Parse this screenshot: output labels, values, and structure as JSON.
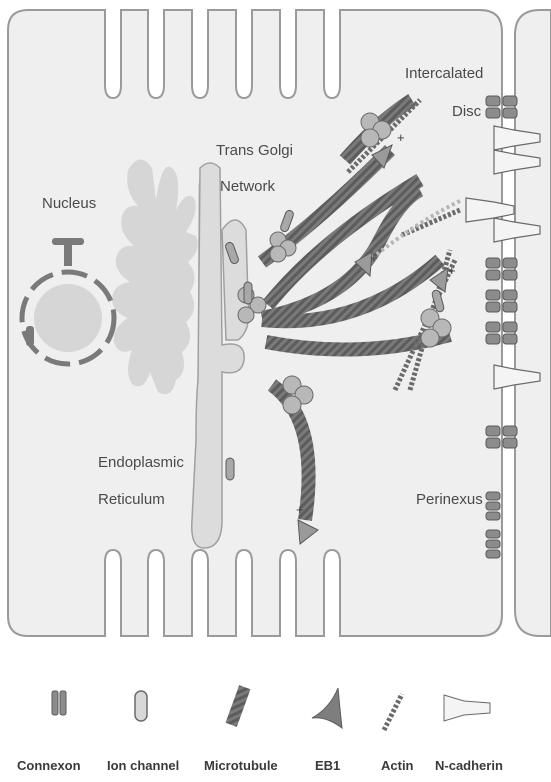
{
  "labels": {
    "nucleus": "Nucleus",
    "trans_golgi_line1": "Trans Golgi",
    "trans_golgi_line2": "Network",
    "er_line1": "Endoplasmic",
    "er_line2": "Reticulum",
    "intercalated_line1": "Intercalated",
    "intercalated_line2": "Disc",
    "perinexus": "Perinexus",
    "plus_sign": "+"
  },
  "legend": [
    {
      "label": "Connexon",
      "icon": "connexon-icon"
    },
    {
      "label": "Ion channel",
      "icon": "ion-channel-icon"
    },
    {
      "label": "Microtubule",
      "icon": "microtubule-icon"
    },
    {
      "label": "EB1",
      "icon": "eb1-icon"
    },
    {
      "label": "Actin",
      "icon": "actin-icon"
    },
    {
      "label": "N-cadherin",
      "icon": "n-cadherin-icon"
    }
  ],
  "colors": {
    "cell_fill": "#efefef",
    "cell_stroke": "#9a9a9a",
    "organelle_fill": "#d6d6d6",
    "protein_fill": "#8c8c8c",
    "protein_stroke": "#5a5a5a",
    "microtubule": "#6e6e6e"
  }
}
